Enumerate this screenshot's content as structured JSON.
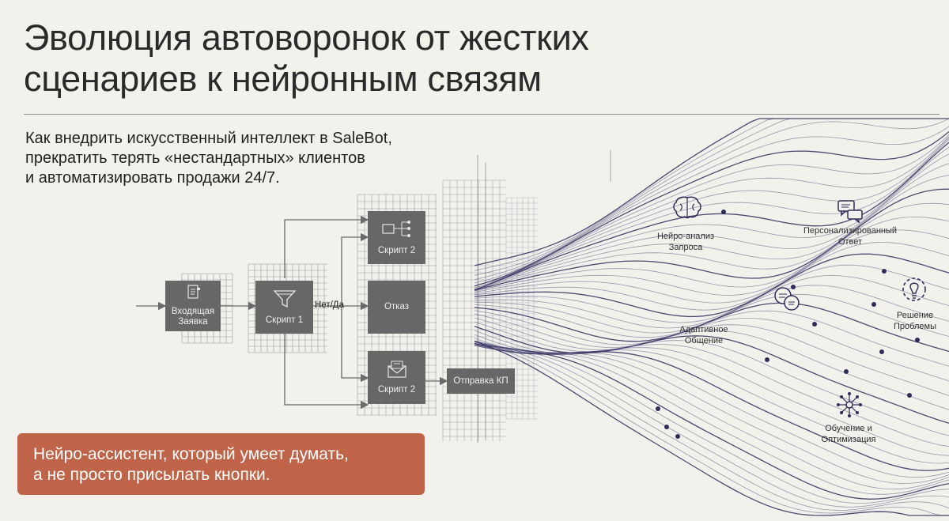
{
  "title": {
    "line1": "Эволюция автоворонок от жестких",
    "line2": "сценариев к нейронным связям"
  },
  "subtitle": {
    "line1": "Как внедрить искусственный интеллект в SaleBot,",
    "line2": "прекратить терять «нестандартных» клиентов",
    "line3": "и автоматизировать продажи 24/7."
  },
  "flow": {
    "incoming": {
      "line1": "Входящая",
      "line2": "Заявка",
      "icon": "document-icon"
    },
    "script1": {
      "label": "Скрипт 1",
      "icon": "funnel-icon"
    },
    "edge_label": "Нет/Да",
    "script2_top": {
      "label": "Скрипт 2",
      "icon": "branch-chat-icon"
    },
    "refusal": {
      "label": "Отказ"
    },
    "script2_bottom": {
      "label": "Скрипт 2",
      "icon": "envelope-icon"
    },
    "send_offer": {
      "label": "Отправка КП"
    }
  },
  "neural_nodes": {
    "analysis": {
      "line1": "Нейро-анализ",
      "line2": "Запроса",
      "icon": "brain-icon"
    },
    "personal": {
      "line1": "Персонализированный",
      "line2": "Ответ",
      "icon": "chat-bubbles-icon"
    },
    "adaptive": {
      "line1": "Адаптивное",
      "line2": "Общение",
      "icon": "conversation-icon"
    },
    "solution": {
      "line1": "Решение",
      "line2": "Проблемы",
      "icon": "lightbulb-gear-icon"
    },
    "learning": {
      "line1": "Обучение и",
      "line2": "Оптимизация",
      "icon": "network-icon"
    }
  },
  "callout": {
    "line1": "Нейро-ассистент, который умеет думать,",
    "line2": "а не просто присылать кнопки."
  },
  "colors": {
    "background": "#f2f1ec",
    "box": "#666766",
    "wave_dark": "#2e2d5a",
    "callout": "#bf6448"
  }
}
